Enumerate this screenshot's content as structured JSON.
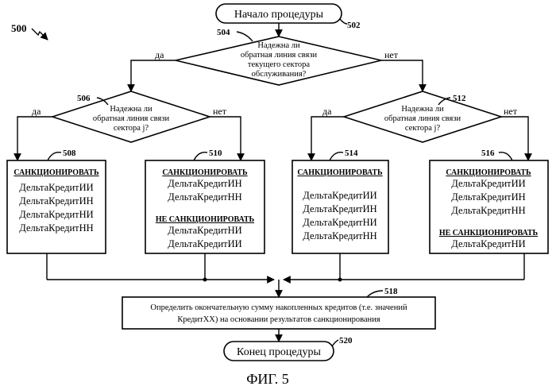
{
  "figure_ref": "500",
  "caption": "ФИГ. 5",
  "start": {
    "label": "Начало процедуры",
    "ref": "502"
  },
  "end": {
    "label": "Конец процедуры",
    "ref": "520"
  },
  "decision_504": {
    "ref": "504",
    "lines": [
      "Надежна ли",
      "обратная линия связи",
      "текущего сектора",
      "обслуживания?"
    ],
    "yes": "да",
    "no": "нет"
  },
  "decision_506": {
    "ref": "506",
    "lines": [
      "Надежна ли",
      "обратная линия связи",
      "сектора j?"
    ],
    "yes": "да",
    "no": "нет"
  },
  "decision_512": {
    "ref": "512",
    "lines": [
      "Надежна ли",
      "обратная линия связи",
      "сектора j?"
    ],
    "yes": "да",
    "no": "нет"
  },
  "box_508": {
    "ref": "508",
    "heading1": "САНКЦИОНИРОВАТЬ",
    "items1": [
      "ДельтаКредитИИ",
      "ДельтаКредитИН",
      "ДельтаКредитНИ",
      "ДельтаКредитНН"
    ]
  },
  "box_510": {
    "ref": "510",
    "heading1": "САНКЦИОНИРОВАТЬ",
    "items1": [
      "ДельтаКредитИН",
      "ДельтаКредитНН"
    ],
    "heading2": "НЕ САНКЦИОНИРОВАТЬ",
    "items2": [
      "ДельтаКредитНИ",
      "ДельтаКредитИИ"
    ]
  },
  "box_514": {
    "ref": "514",
    "heading1": "САНКЦИОНИРОВАТЬ",
    "items1": [
      "ДельтаКредитИИ",
      "ДельтаКредитИН",
      "ДельтаКредитНИ",
      "ДельтаКредитНН"
    ]
  },
  "box_516": {
    "ref": "516",
    "heading1": "САНКЦИОНИРОВАТЬ",
    "items1": [
      "ДельтаКредитИИ",
      "ДельтаКредитИН",
      "ДельтаКредитНН"
    ],
    "heading2": "НЕ САНКЦИОНИРОВАТЬ",
    "items2": [
      "ДельтаКредитНИ"
    ]
  },
  "box_518": {
    "ref": "518",
    "lines": [
      "Определить окончательную сумму накопленных кредитов (т.е. значений",
      "КредитХХ) на основании результатов санкционирования"
    ]
  }
}
